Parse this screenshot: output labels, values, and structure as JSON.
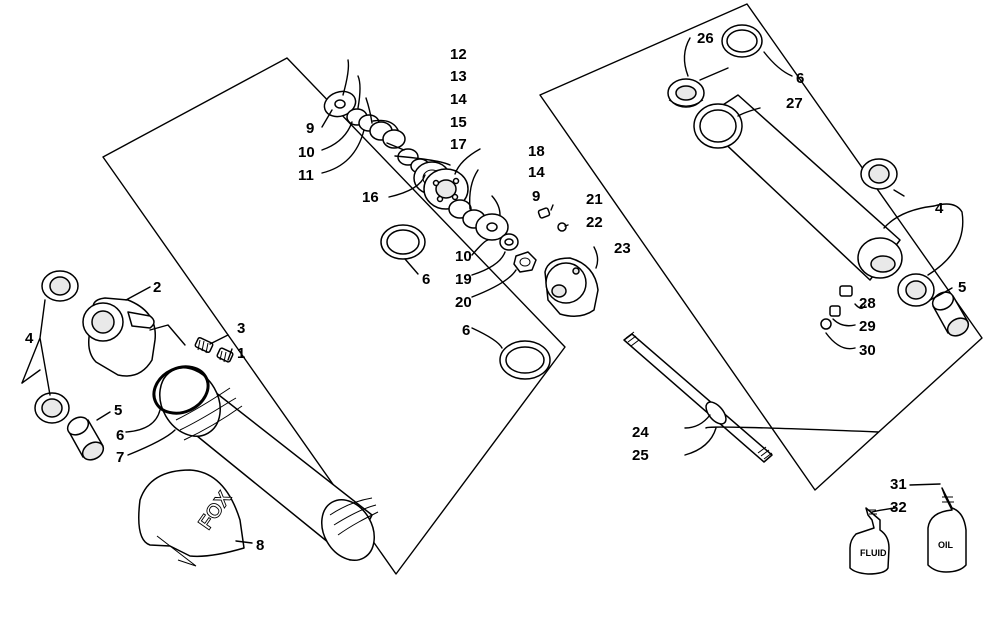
{
  "diagram": {
    "callouts": [
      "1",
      "2",
      "3",
      "4",
      "5",
      "6",
      "7",
      "8",
      "9",
      "10",
      "11",
      "12",
      "13",
      "14",
      "15",
      "16",
      "17",
      "18",
      "19",
      "20",
      "21",
      "22",
      "23",
      "24",
      "25",
      "26",
      "27",
      "28",
      "29",
      "30",
      "31",
      "32"
    ],
    "bottle_labels": {
      "fluid": "FLUID",
      "oil": "OIL"
    },
    "brand_text": "FOX"
  }
}
